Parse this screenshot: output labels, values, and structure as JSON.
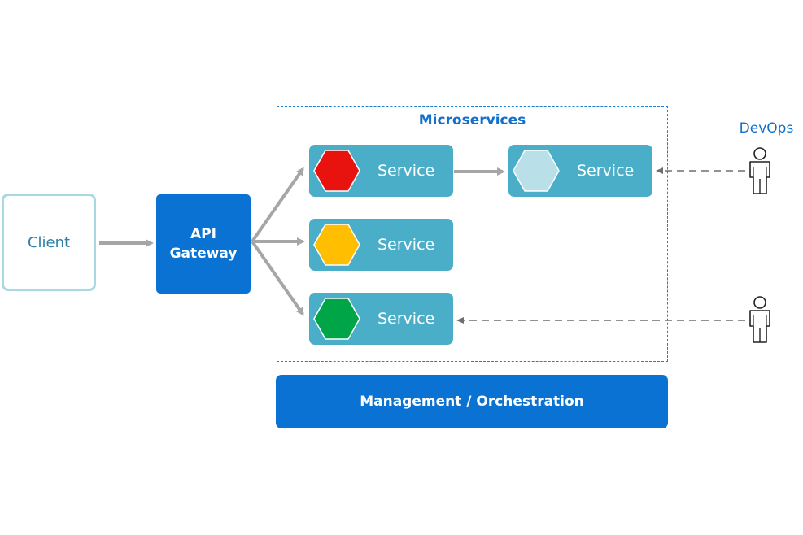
{
  "client": {
    "label": "Client"
  },
  "gateway": {
    "line1": "API",
    "line2": "Gateway"
  },
  "microservices": {
    "title": "Microservices",
    "services": [
      {
        "label": "Service",
        "hex_color": "#e8120f"
      },
      {
        "label": "Service",
        "hex_color": "#b9dfe8"
      },
      {
        "label": "Service",
        "hex_color": "#ffbe00"
      },
      {
        "label": "Service",
        "hex_color": "#00a547"
      }
    ]
  },
  "management": {
    "label": "Management / Orchestration"
  },
  "devops": {
    "label": "DevOps"
  },
  "colors": {
    "accent_blue": "#0a72d2",
    "service_teal": "#4aaec8",
    "arrow_gray": "#a6a6a6",
    "dashed_gray": "#7f7f7f"
  }
}
